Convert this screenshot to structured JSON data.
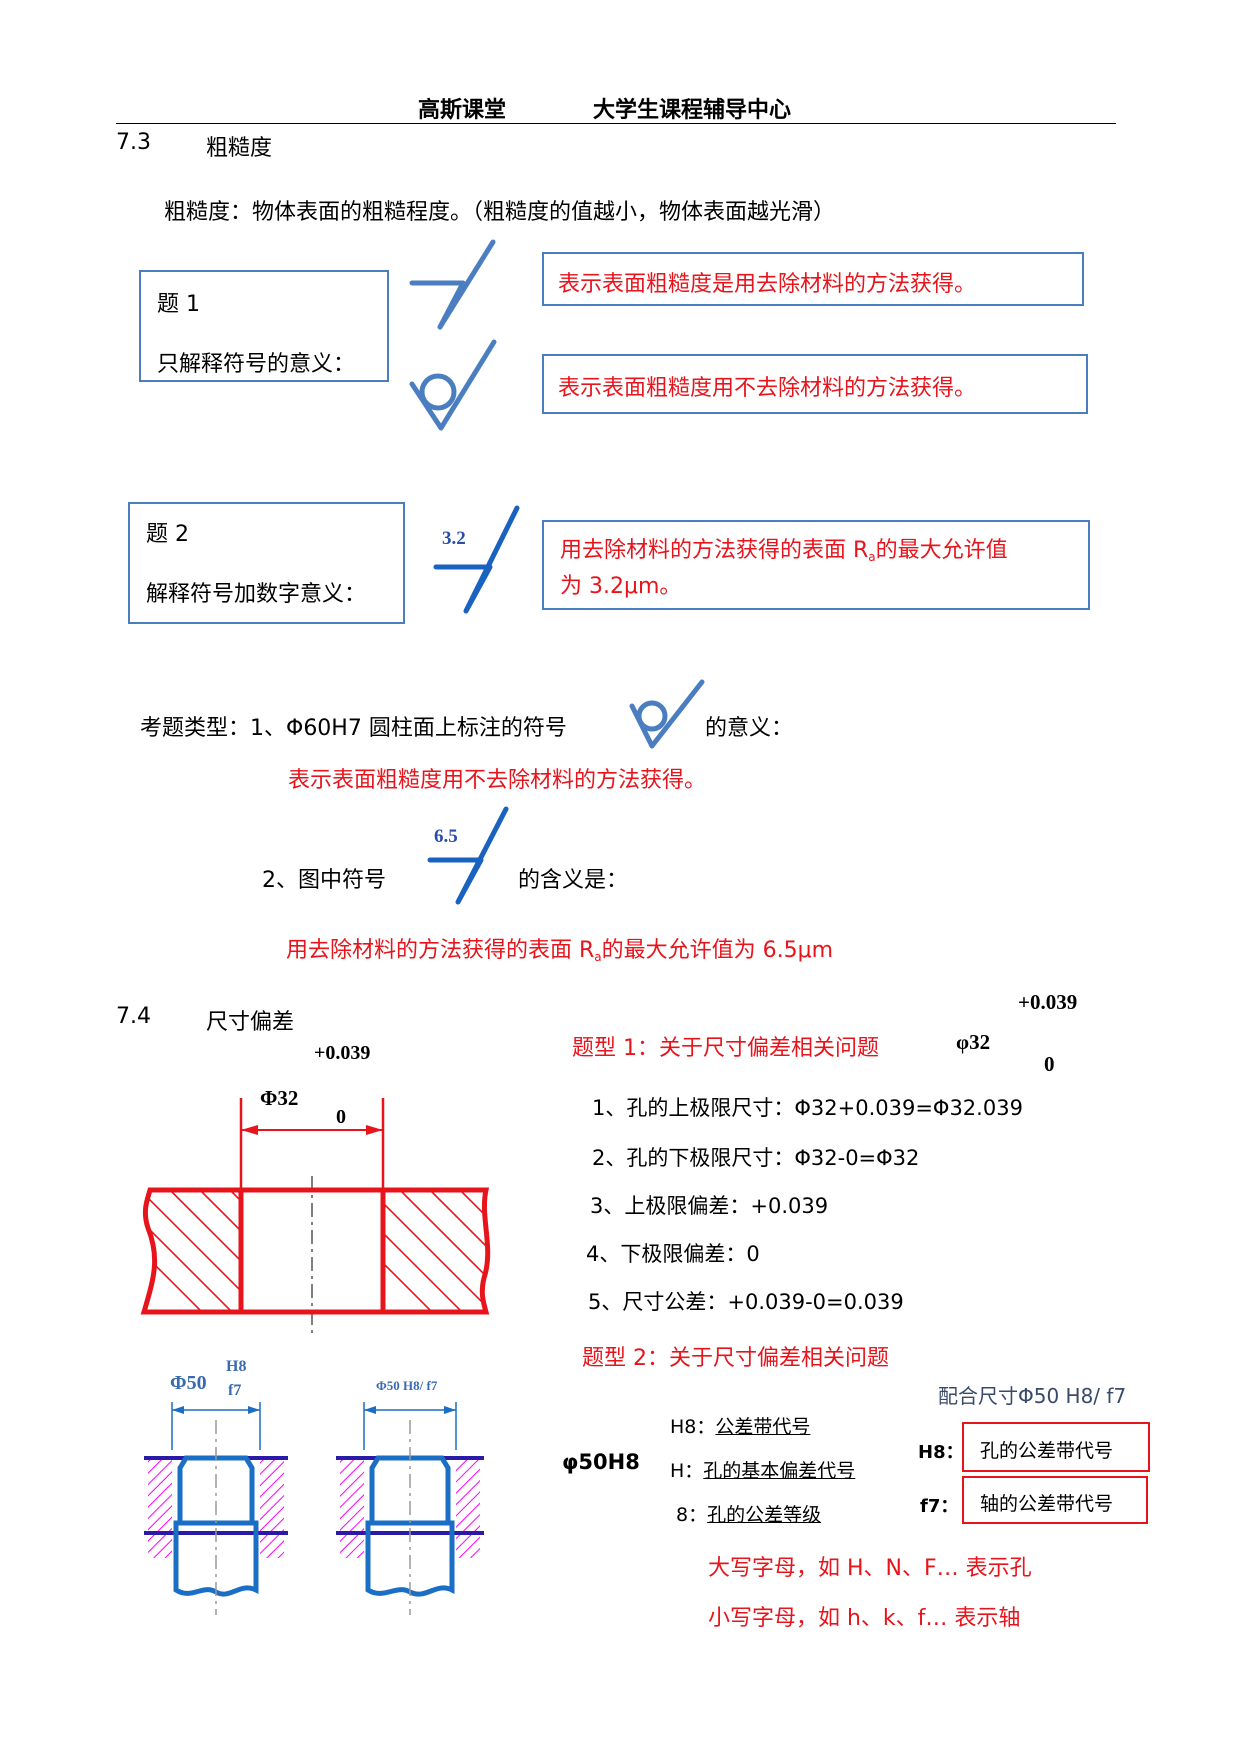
{
  "header": {
    "left": "高斯课堂",
    "right": "大学生课程辅导中心"
  },
  "s73": {
    "num": "7.3",
    "title": "粗糙度",
    "definition": "粗糙度：物体表面的粗糙程度。（粗糙度的值越小，物体表面越光滑）",
    "q1": {
      "title": "题 1",
      "prompt": "只解释符号的意义：",
      "ans1": "表示表面粗糙度是用去除材料的方法获得。",
      "ans2": "表示表面粗糙度用不去除材料的方法获得。"
    },
    "q2": {
      "title": "题 2",
      "prompt": "解释符号加数字意义：",
      "value": "3.2",
      "ans_a": "用去除材料的方法获得的表面 R",
      "ans_sub": "a",
      "ans_b": "的最大允许值",
      "ans_line2": "为 3.2μm。"
    },
    "exam": {
      "prefix": "考题类型：1、Φ60H7 圆柱面上标注的符号",
      "suffix": "的意义：",
      "answer1": "表示表面粗糙度用不去除材料的方法获得。",
      "q2_prefix": "2、图中符号",
      "q2_suffix": "的含义是：",
      "value2": "6.5",
      "answer2_a": "用去除材料的方法获得的表面 R",
      "answer2_sub": "a",
      "answer2_b": "的最大允许值为 6.5μm"
    }
  },
  "s74": {
    "num": "7.4",
    "title": "尺寸偏差",
    "drawing": {
      "upper": "+0.039",
      "dia": "Φ32",
      "lower": "0"
    },
    "type1": {
      "title": "题型 1：关于尺寸偏差相关问题",
      "upper": "+0.039",
      "dia": "φ32",
      "lower": "0",
      "items": [
        "1、孔的上极限尺寸：Φ32+0.039=Φ32.039",
        "2、孔的下极限尺寸：Φ32-0=Φ32",
        "3、上极限偏差：+0.039",
        "4、下极限偏差：0",
        "5、尺寸公差：+0.039-0=0.039"
      ]
    },
    "fit_drawing": {
      "dia_left": "Φ50",
      "h8": "H8",
      "f7": "f7",
      "label_right": "Φ50 H8/ f7"
    },
    "type2": {
      "title": "题型 2：关于尺寸偏差相关问题",
      "fit": "配合尺寸Φ50 H8/ f7",
      "code": "φ50H8",
      "l1_a": "H8：",
      "l1_b": "公差带代号",
      "l2_a": "H：",
      "l2_b": "孔的基本偏差代号",
      "l3_a": "8：",
      "l3_b": "孔的公差等级",
      "h8_label": "H8：",
      "h8_value": "孔的公差带代号",
      "f7_label": "f7：",
      "f7_value": "轴的公差带代号",
      "note1": "大写字母，如 H、N、F… 表示孔",
      "note2": "小写字母，如 h、k、f… 表示轴"
    }
  },
  "colors": {
    "red": "#e8141c",
    "blue": "#1a6fc4",
    "box_border": "#4a7ec0",
    "purple": "#2a1aa8",
    "magenta": "#ff00ff"
  }
}
